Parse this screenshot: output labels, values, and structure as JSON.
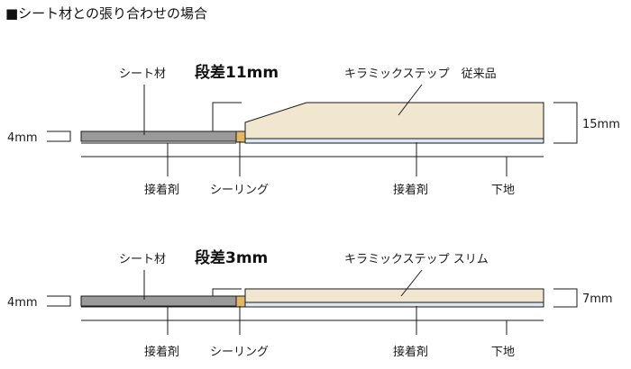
{
  "heading": "■シート材との張り合わせの場合",
  "colors": {
    "sheet": "#9a9a9a",
    "ceramic": "#f1e6cf",
    "sealing": "#e2b765",
    "adhesive": "#dde8f2",
    "line": "#1a1a1a"
  },
  "diagrams": [
    {
      "title": "段差11mm",
      "sheet_label": "シート材",
      "product_label": "キラミックステップ　従来品",
      "sheet_thickness": "4mm",
      "product_thickness": "15mm",
      "adhesive_left": "接着剤",
      "sealing": "シーリング",
      "adhesive_right": "接着剤",
      "substrate": "下地"
    },
    {
      "title": "段差3mm",
      "sheet_label": "シート材",
      "product_label": "キラミックステップ スリム",
      "sheet_thickness": "4mm",
      "product_thickness": "7mm",
      "adhesive_left": "接着剤",
      "sealing": "シーリング",
      "adhesive_right": "接着剤",
      "substrate": "下地"
    }
  ]
}
